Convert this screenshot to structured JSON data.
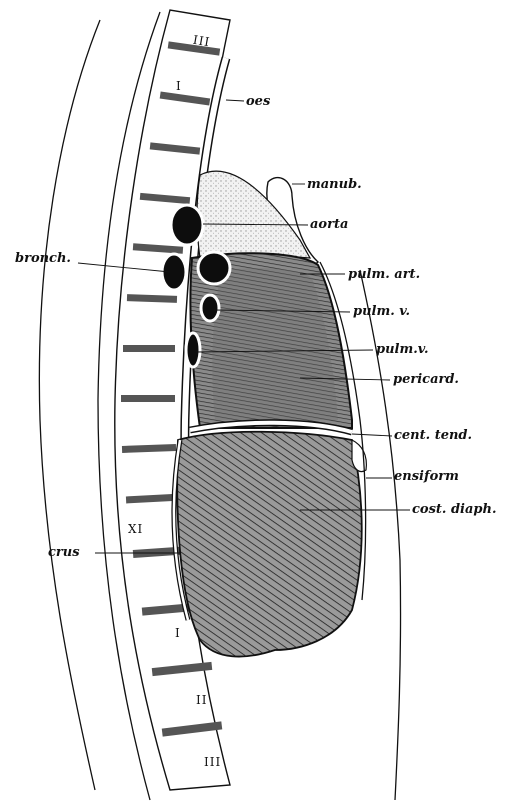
{
  "labels": {
    "oes": "oes",
    "manub": "manub.",
    "aorta": "aorta",
    "bronch": "bronch.",
    "pulm_art": "pulm. art.",
    "pulm_v1": "pulm. v.",
    "pulm_v2": "pulm.v.",
    "pericard": "pericard.",
    "cent_tend": "cent. tend.",
    "ensiform": "ensiform",
    "cost_diaph": "cost. diaph.",
    "crus": "crus"
  },
  "vertebra_numerals": {
    "t3": "III",
    "t4": "I",
    "t11": "XI",
    "l1": "I",
    "l2": "II",
    "l3": "III"
  },
  "colors": {
    "ink": "#111111",
    "paper": "#ffffff",
    "heart_shade": "#6a6a6a",
    "diaphragm_shade": "#555555"
  }
}
